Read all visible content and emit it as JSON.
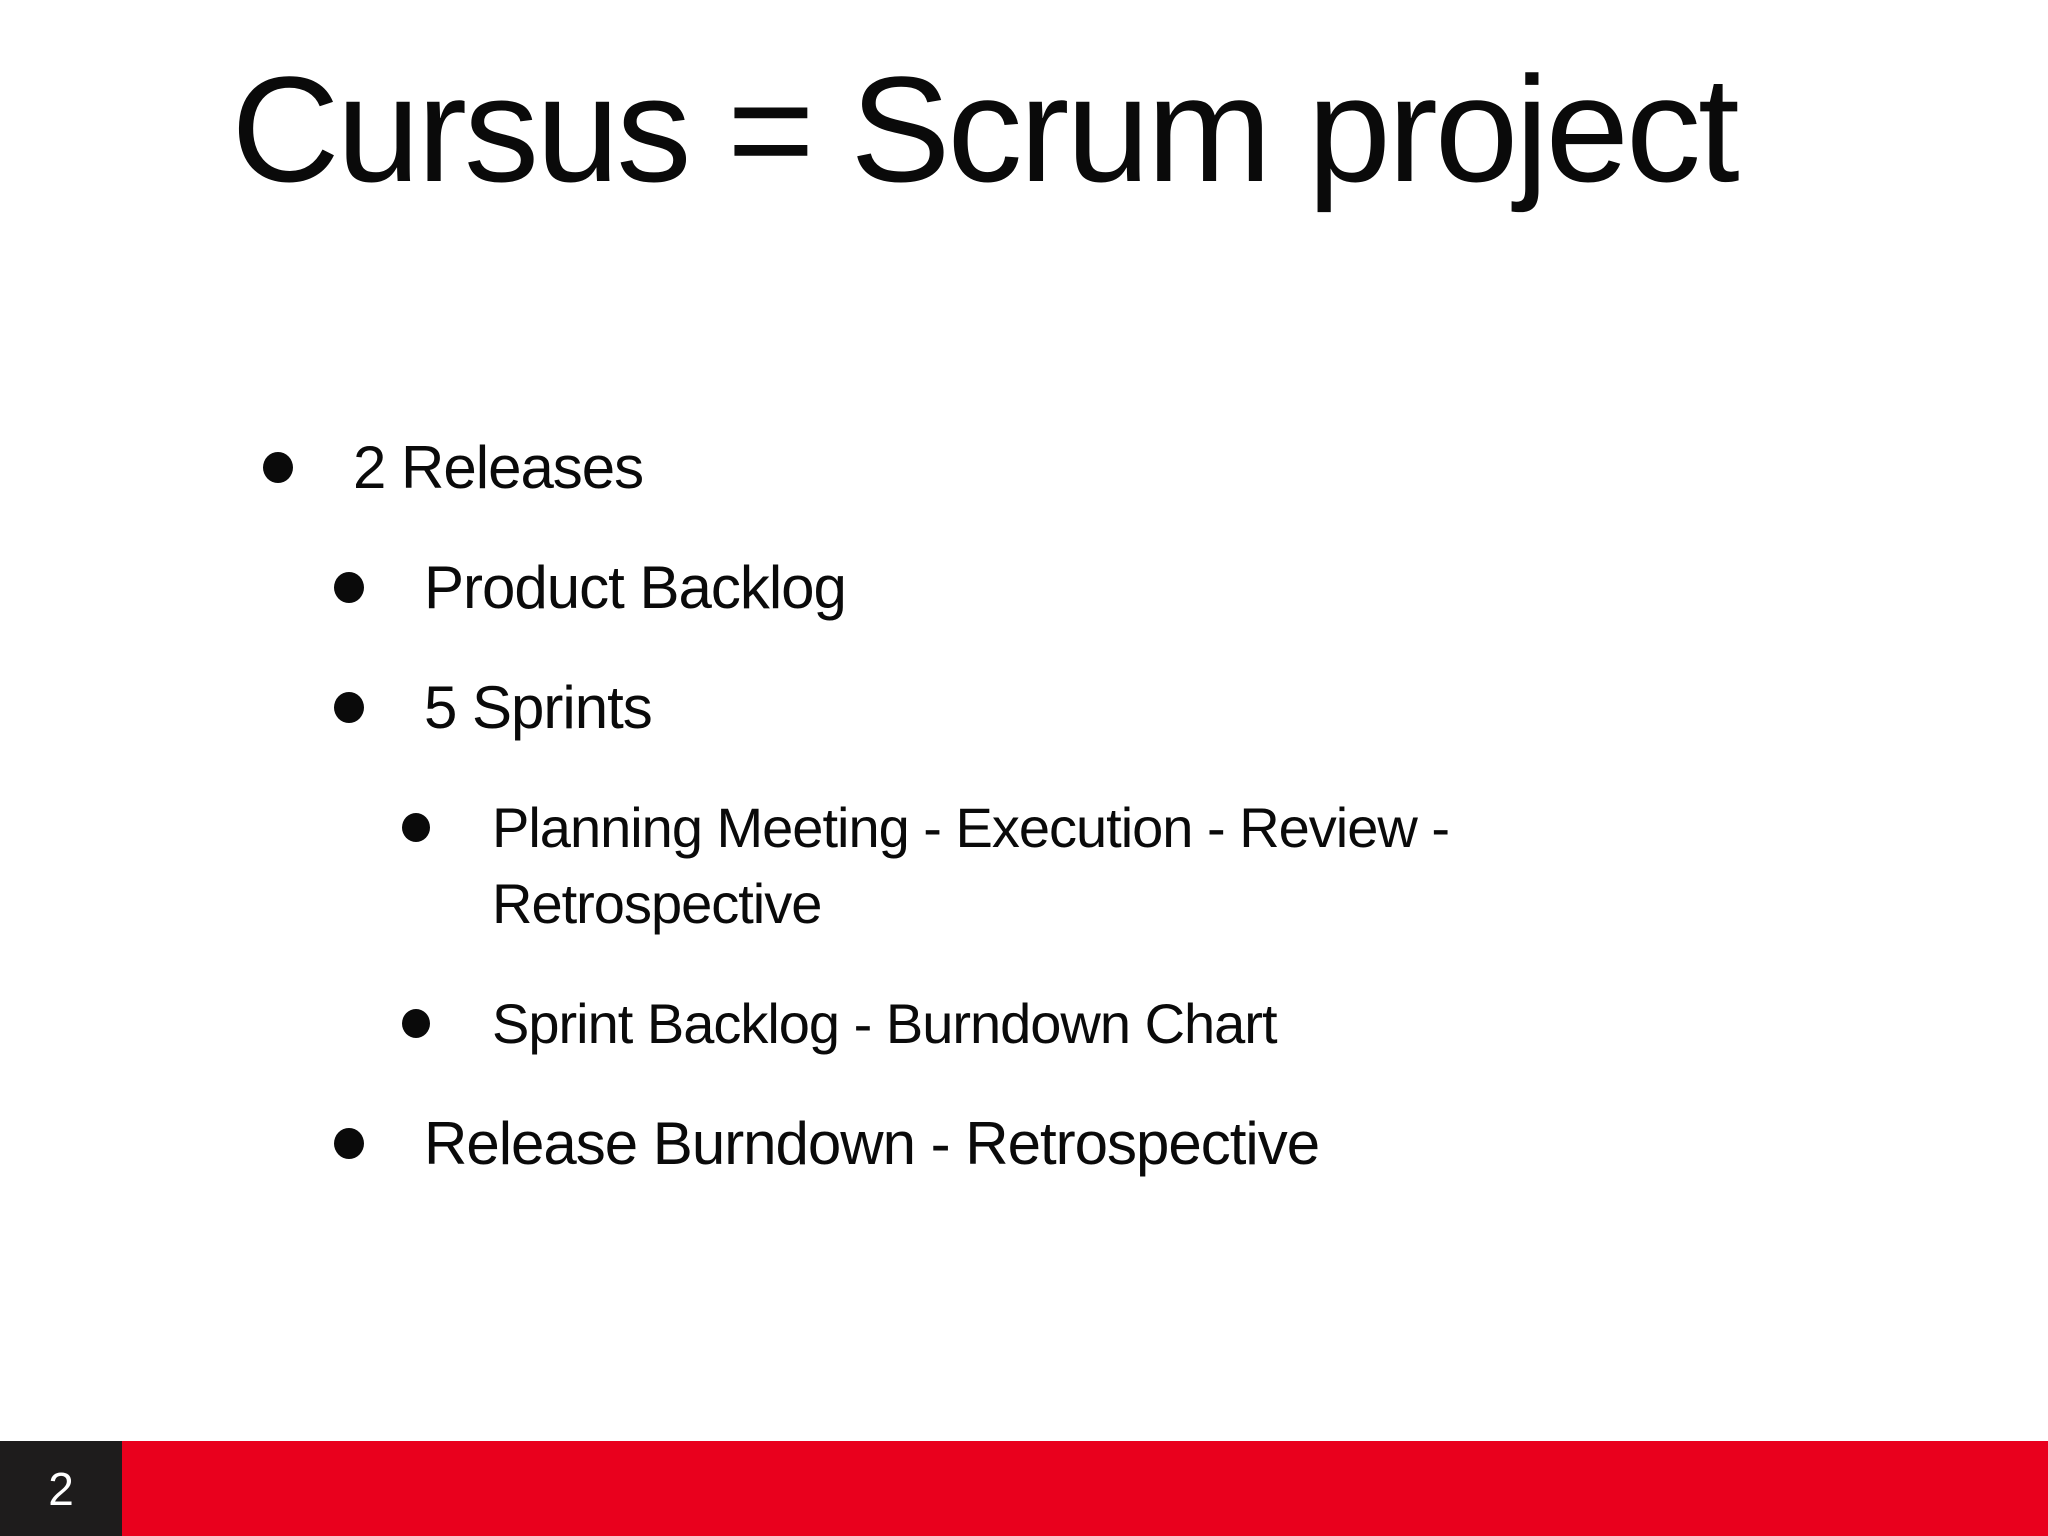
{
  "slide": {
    "title": "Cursus = Scrum project",
    "bullets": [
      {
        "level": 1,
        "text": "2 Releases"
      },
      {
        "level": 2,
        "text": "Product Backlog"
      },
      {
        "level": 2,
        "text": "5 Sprints"
      },
      {
        "level": 3,
        "text": "Planning Meeting - Execution - Review -\nRetrospective"
      },
      {
        "level": 3,
        "text": "Sprint Backlog - Burndown Chart"
      },
      {
        "level": 2,
        "text": "Release Burndown - Retrospective"
      }
    ],
    "page_number": "2",
    "colors": {
      "background": "#ffffff",
      "text": "#0a0a0a",
      "footer_red": "#e9001d",
      "page_number_box": "#1e1c1c",
      "page_number_text": "#ffffff"
    }
  }
}
